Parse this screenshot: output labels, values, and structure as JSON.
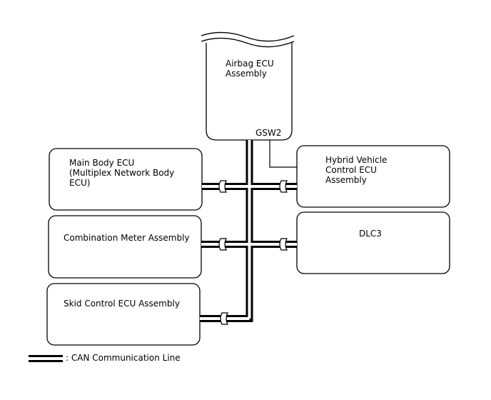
{
  "diagram": {
    "airbag": {
      "label": "Airbag ECU\nAssembly",
      "terminal": "GSW2"
    },
    "main_body": {
      "label": "Main Body ECU\n(Multiplex Network Body\nECU)"
    },
    "hybrid": {
      "label": "Hybrid Vehicle\nControl ECU\nAssembly"
    },
    "combination_meter": {
      "label": "Combination Meter Assembly"
    },
    "dlc3": {
      "label": "DLC3"
    },
    "skid_control": {
      "label": "Skid Control ECU Assembly"
    },
    "legend": {
      "text": ": CAN Communication Line"
    }
  }
}
